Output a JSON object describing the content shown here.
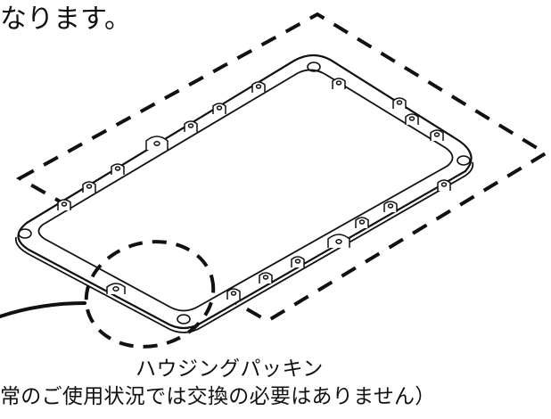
{
  "heading_text": "なります。",
  "part_label": "ハウジングパッキン",
  "part_note": "常のご使用状況では交換の必要はありません）"
}
